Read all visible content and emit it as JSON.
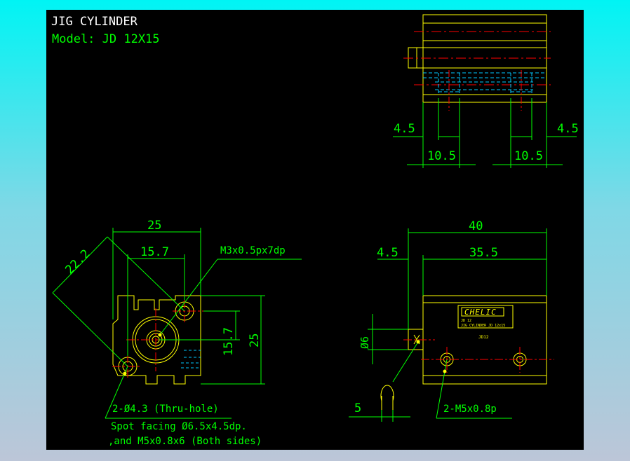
{
  "title": {
    "name": "JIG CYLINDER",
    "model": "Model:  JD 12X15"
  },
  "colors": {
    "background": "#000000",
    "frame_gradient_top": "#00f4f4",
    "frame_gradient_bottom": "#bcc6d8",
    "outline": "#ffff00",
    "dimension": "#00ff00",
    "centerline": "#ff0000",
    "hidden": "#00c8ff",
    "label_white": "#ffffff"
  },
  "top_view": {
    "dims": {
      "left_offset": "4.5",
      "right_offset": "4.5",
      "left_span": "10.5",
      "right_span": "10.5"
    }
  },
  "front_view": {
    "dims": {
      "width": "25",
      "diagonal": "22.2",
      "inner_width": "15.7",
      "inner_height": "15.7",
      "height": "25"
    },
    "notes": {
      "thread": "M3x0.5px7dp",
      "holes": "2-Ø4.3 (Thru-hole)",
      "spot": "Spot facing  Ø6.5x4.5dp.",
      "tap": ",and M5x0.8x6 (Both sides)"
    }
  },
  "side_view": {
    "dims": {
      "total_length": "40",
      "body_length": "35.5",
      "rod_ext": "4.5",
      "rod_dia": "Ø6",
      "rod_tip": "5"
    },
    "notes": {
      "port": "2-M5x0.8p"
    },
    "nameplate": {
      "brand": "CHELIC",
      "line1": "JD 12",
      "line2": "JIG CYLINDER JD 12x15",
      "stamp": "JD12"
    }
  }
}
